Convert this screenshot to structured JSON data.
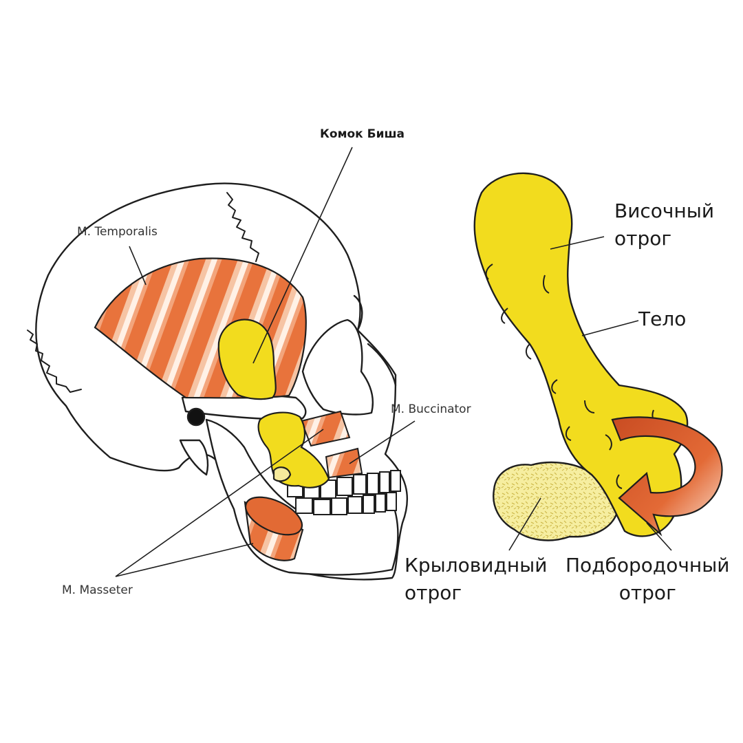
{
  "labels": {
    "buccal_fat_pad": "Комок Биша",
    "temporalis": "M. Temporalis",
    "buccinator": "M. Buccinator",
    "masseter": "M. Masseter",
    "temporal_extension": [
      "Височный",
      "отрог"
    ],
    "body": "Тело",
    "pterygoid_extension": [
      "Крыловидный",
      "отрог"
    ],
    "buccal_extension": [
      "Подбородочный",
      "отрог"
    ]
  },
  "colors": {
    "fat_pad": "#f2dc1e",
    "fat_pad_pterygoid": "#f3e68c",
    "muscle": "#e8733c",
    "arrow": "#d8582a",
    "outline": "#1e1e1e"
  }
}
